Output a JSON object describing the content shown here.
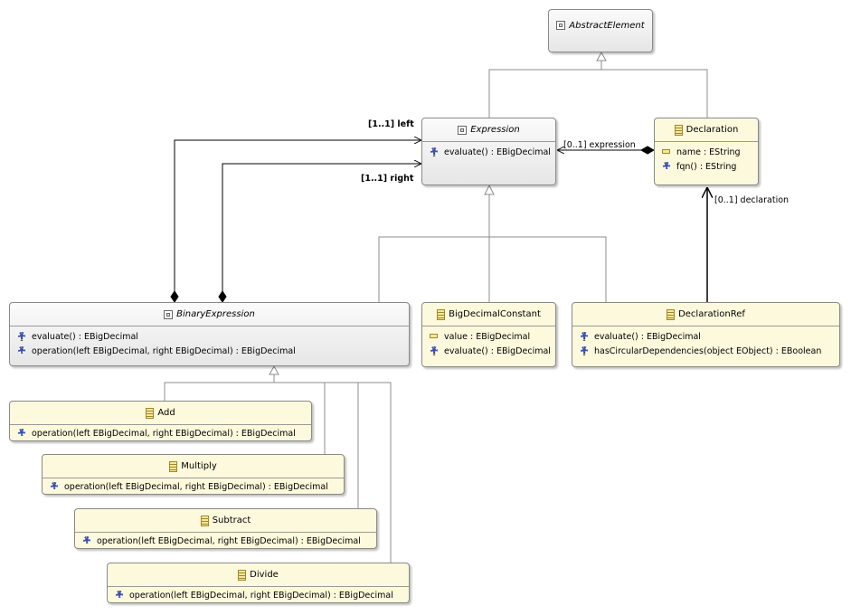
{
  "classes": {
    "abstract_element": {
      "name": "AbstractElement"
    },
    "expression": {
      "name": "Expression",
      "ops": [
        "evaluate() : EBigDecimal"
      ]
    },
    "declaration": {
      "name": "Declaration",
      "attrs": [
        "name : EString"
      ],
      "ops": [
        "fqn() : EString"
      ]
    },
    "binary_expression": {
      "name": "BinaryExpression",
      "ops": [
        "evaluate() : EBigDecimal",
        "operation(left EBigDecimal, right EBigDecimal) : EBigDecimal"
      ]
    },
    "big_decimal_constant": {
      "name": "BigDecimalConstant",
      "attrs": [
        "value : EBigDecimal"
      ],
      "ops": [
        "evaluate() : EBigDecimal"
      ]
    },
    "declaration_ref": {
      "name": "DeclarationRef",
      "ops": [
        "evaluate() : EBigDecimal",
        "hasCircularDependencies(object EObject) : EBoolean"
      ]
    },
    "add": {
      "name": "Add",
      "ops": [
        "operation(left EBigDecimal, right EBigDecimal) : EBigDecimal"
      ]
    },
    "multiply": {
      "name": "Multiply",
      "ops": [
        "operation(left EBigDecimal, right EBigDecimal) : EBigDecimal"
      ]
    },
    "subtract": {
      "name": "Subtract",
      "ops": [
        "operation(left EBigDecimal, right EBigDecimal) : EBigDecimal"
      ]
    },
    "divide": {
      "name": "Divide",
      "ops": [
        "operation(left EBigDecimal, right EBigDecimal) : EBigDecimal"
      ]
    }
  },
  "edges": {
    "left": "[1..1] left",
    "right": "[1..1] right",
    "expression": "[0..1] expression",
    "declaration": "[0..1] declaration"
  },
  "icons": {
    "abstract_class": "abstract-class-icon",
    "concrete_class": "class-icon",
    "operation": "operation-icon",
    "attribute": "attribute-icon"
  },
  "colors": {
    "concrete_fill": "#fdf9dc",
    "abstract_fill": "#e8e8e8",
    "border": "#8a8a8a",
    "line": "#808080",
    "assoc_line": "#000000"
  }
}
